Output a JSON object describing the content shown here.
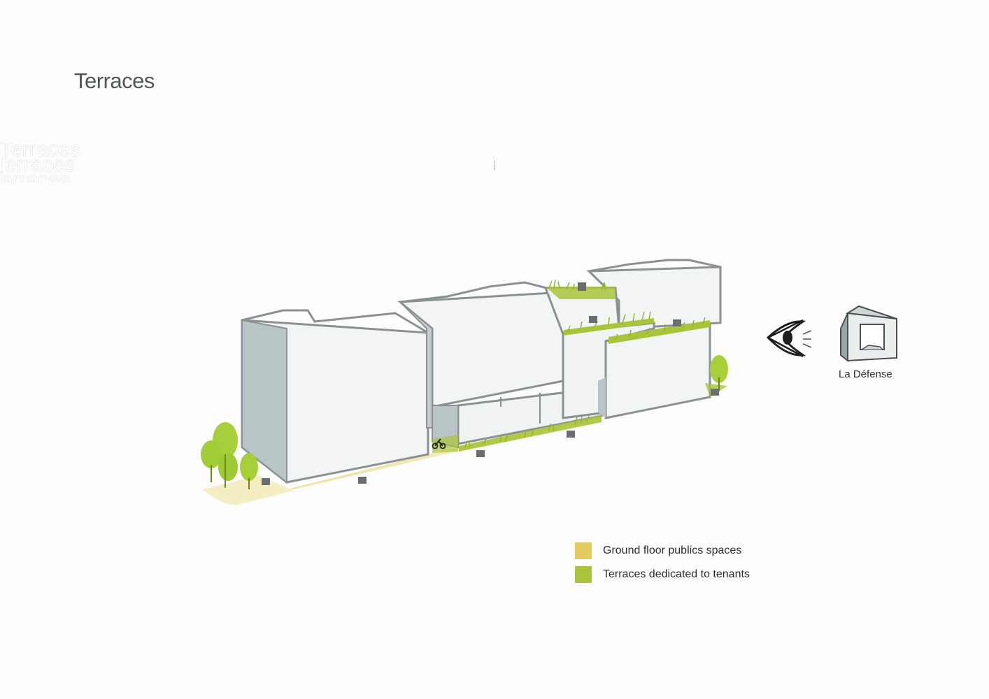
{
  "title": "Terraces",
  "ghost_text": [
    "Terraces",
    "Terraces",
    "Terraces"
  ],
  "view_label": "La Défense",
  "legend": [
    {
      "label": "Ground floor publics spaces",
      "color": "#e4cd5f"
    },
    {
      "label": "Terraces dedicated to tenants",
      "color": "#a9c43a"
    }
  ],
  "colors": {
    "building_face": "#f4f6f6",
    "building_shadow": "#b9c4c6",
    "outline": "#8b9192",
    "ground": "#efe2a8",
    "terrace_green": "#a9c43a",
    "tree": "#a6cf3a"
  },
  "icons": [
    "eye-icon",
    "building-icon",
    "tree-icon",
    "motorbike-icon"
  ]
}
